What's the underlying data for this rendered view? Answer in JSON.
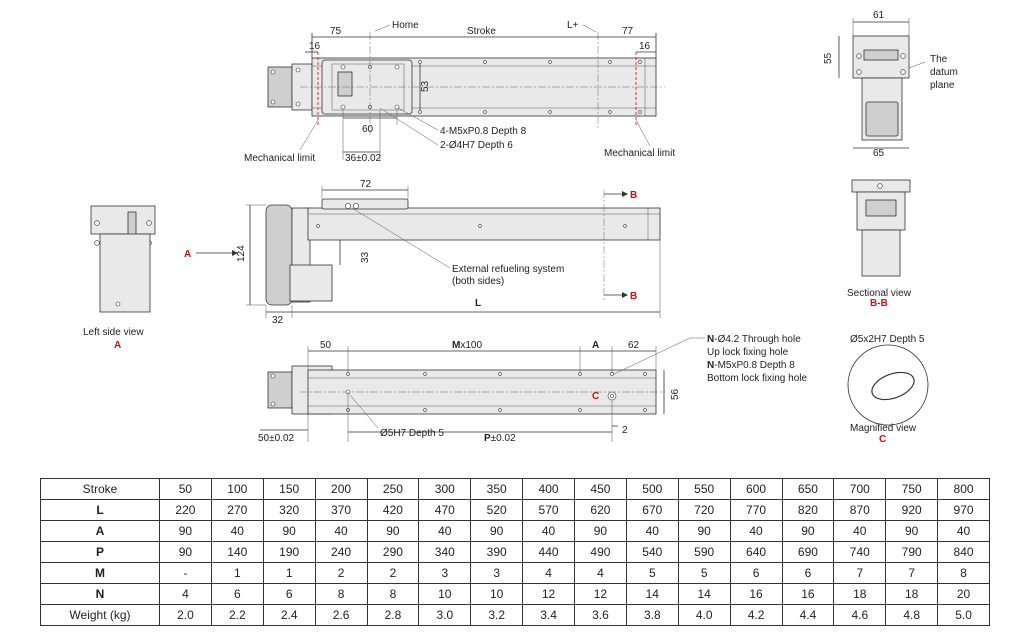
{
  "top_view": {
    "dims": {
      "d75": "75",
      "home": "Home",
      "stroke": "Stroke",
      "lplus": "L+",
      "d77": "77",
      "d16a": "16",
      "d16b": "16",
      "d53": "53",
      "d60": "60",
      "d36": "36±0.02"
    },
    "notes": {
      "thread": "4-M5xP0.8 Depth 8",
      "pin": "2-Ø4H7 Depth 6",
      "mech_limit_left": "Mechanical limit",
      "mech_limit_right": "Mechanical limit"
    }
  },
  "end_view": {
    "d61": "61",
    "d55": "55",
    "d65": "65",
    "datum_1": "The",
    "datum_2": "datum",
    "datum_3": "plane"
  },
  "left_side_view": {
    "label": "Left side view",
    "tag": "A"
  },
  "front_view": {
    "d72": "72",
    "d124": "124",
    "d33": "33",
    "d32": "32",
    "L": "L",
    "arrow_a": "A",
    "section_b_top": "B",
    "section_b_bottom": "B",
    "refuel_1": "External refueling system",
    "refuel_2": "(both sides)"
  },
  "sectional_view": {
    "label": "Sectional view",
    "tag": "B-B"
  },
  "bottom_view": {
    "d50": "50",
    "mx100_m": "M",
    "mx100_rest": "x100",
    "dA": "A",
    "d62": "62",
    "d56": "56",
    "d50tol": "50±0.02",
    "pin5": "Ø5H7 Depth 5",
    "P_p": "P",
    "P_rest": "±0.02",
    "d2": "2",
    "c_tag": "C",
    "note1_n": "N",
    "note1_rest": "-Ø4.2 Through hole",
    "note2": "Up lock fixing hole",
    "note3_n": "N",
    "note3_rest": "-M5xP0.8 Depth 8",
    "note4": "Bottom lock fixing hole"
  },
  "magnified_view": {
    "spec": "Ø5x2H7 Depth 5",
    "label": "Magnified view",
    "tag": "C"
  },
  "table": {
    "rows": [
      {
        "label": "Stroke",
        "bold": false,
        "values": [
          "50",
          "100",
          "150",
          "200",
          "250",
          "300",
          "350",
          "400",
          "450",
          "500",
          "550",
          "600",
          "650",
          "700",
          "750",
          "800"
        ]
      },
      {
        "label": "L",
        "bold": true,
        "values": [
          "220",
          "270",
          "320",
          "370",
          "420",
          "470",
          "520",
          "570",
          "620",
          "670",
          "720",
          "770",
          "820",
          "870",
          "920",
          "970"
        ]
      },
      {
        "label": "A",
        "bold": true,
        "values": [
          "90",
          "40",
          "90",
          "40",
          "90",
          "40",
          "90",
          "40",
          "90",
          "40",
          "90",
          "40",
          "90",
          "40",
          "90",
          "40"
        ]
      },
      {
        "label": "P",
        "bold": true,
        "values": [
          "90",
          "140",
          "190",
          "240",
          "290",
          "340",
          "390",
          "440",
          "490",
          "540",
          "590",
          "640",
          "690",
          "740",
          "790",
          "840"
        ]
      },
      {
        "label": "M",
        "bold": true,
        "values": [
          "-",
          "1",
          "1",
          "2",
          "2",
          "3",
          "3",
          "4",
          "4",
          "5",
          "5",
          "6",
          "6",
          "7",
          "7",
          "8"
        ]
      },
      {
        "label": "N",
        "bold": true,
        "values": [
          "4",
          "6",
          "6",
          "8",
          "8",
          "10",
          "10",
          "12",
          "12",
          "14",
          "14",
          "16",
          "16",
          "18",
          "18",
          "20"
        ]
      },
      {
        "label": "Weight (kg)",
        "bold": false,
        "values": [
          "2.0",
          "2.2",
          "2.4",
          "2.6",
          "2.8",
          "3.0",
          "3.2",
          "3.4",
          "3.6",
          "3.8",
          "4.0",
          "4.2",
          "4.4",
          "4.6",
          "4.8",
          "5.0"
        ]
      }
    ]
  }
}
